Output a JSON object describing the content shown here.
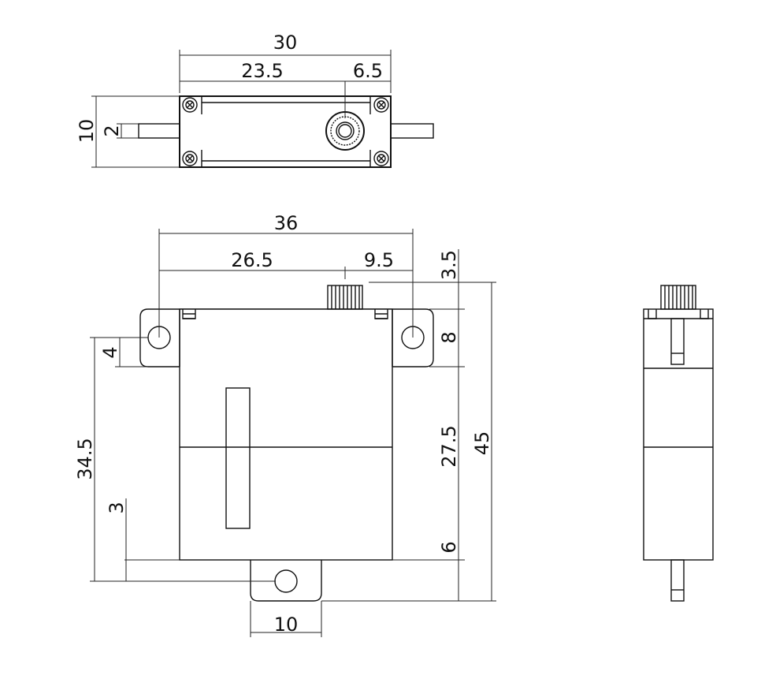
{
  "top_view": {
    "dims": {
      "overall_width": "30",
      "shaft_position": "23.5",
      "shaft_offset": "6.5",
      "height": "10",
      "tab_thickness": "2"
    }
  },
  "front_view": {
    "dims": {
      "overall_width": "36",
      "hole_to_shaft": "26.5",
      "shaft_to_hole": "9.5",
      "shaft_height": "3.5",
      "flange_height": "8",
      "body_mid": "27.5",
      "total_height": "45",
      "bottom_segment": "6",
      "hole_from_top": "4",
      "hole_to_bottom_tab": "34.5",
      "bottom_tab_offset": "3",
      "bottom_tab_width": "10"
    }
  }
}
